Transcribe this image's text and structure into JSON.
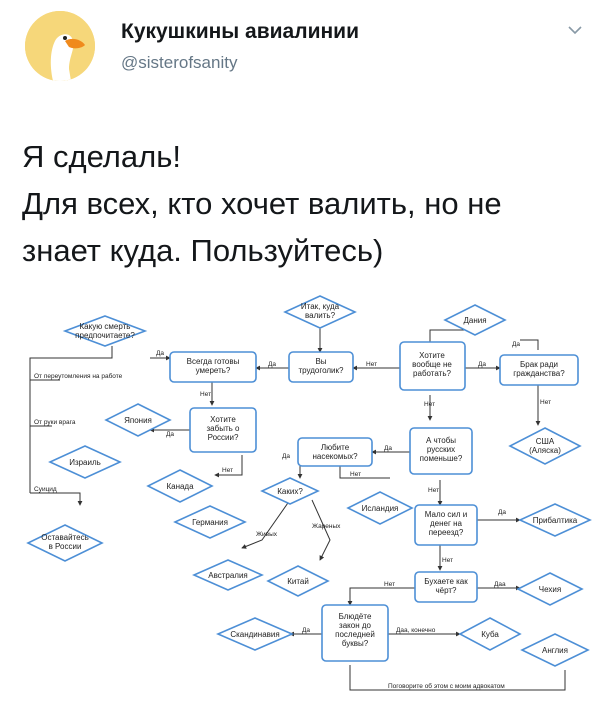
{
  "header": {
    "display_name": "Кукушкины авиалинии",
    "handle": "@sisterofsanity"
  },
  "icons": {
    "avatar": "goose-avatar",
    "menu": "chevron-down-icon"
  },
  "tweet": {
    "lines": [
      "Я сделаль!",
      "Для всех, кто хочет валить, но не",
      "знает куда. Пользуйтесь)"
    ]
  },
  "flowchart": {
    "colors": {
      "border": "#4d8fd6",
      "line": "#333333"
    },
    "nodes": {
      "itak": [
        "Итак, куда",
        "валить?"
      ],
      "kakuyu": [
        "Какую смерть",
        "предпочитаете?"
      ],
      "vsegda": [
        "Всегда готовы",
        "умереть?"
      ],
      "vy": [
        "Вы",
        "трудоголик?"
      ],
      "hotite": [
        "Хотите",
        "вообще не",
        "работать?"
      ],
      "daniya": [
        "Дания"
      ],
      "brak": [
        "Брак ради",
        "гражданства?"
      ],
      "yaponiya": [
        "Япония"
      ],
      "zabyt": [
        "Хотите",
        "забыть о",
        "России?"
      ],
      "izrail": [
        "Израиль"
      ],
      "lyubite": [
        "Любите",
        "насекомых?"
      ],
      "achtoby": [
        "А чтобы",
        "русских",
        "поменьше?"
      ],
      "ssha": [
        "США",
        "(Аляска)"
      ],
      "kanada": [
        "Канада"
      ],
      "kakih": [
        "Каких?"
      ],
      "islandiya": [
        "Исландия"
      ],
      "malo": [
        "Мало сил и",
        "денег на",
        "переезд?"
      ],
      "pribaltika": [
        "Прибалтика"
      ],
      "germaniya": [
        "Германия"
      ],
      "ostavaytes": [
        "Оставайтесь",
        "в России"
      ],
      "avstraliya": [
        "Австралия"
      ],
      "kitay": [
        "Китай"
      ],
      "buhaete": [
        "Бухаете как",
        "чёрт?"
      ],
      "chehiya": [
        "Чехия"
      ],
      "blyudete": [
        "Блюдёте",
        "закон до",
        "последней",
        "буквы?"
      ],
      "skandinaviya": [
        "Скандинавия"
      ],
      "kuba": [
        "Куба"
      ],
      "angliya": [
        "Англия"
      ]
    },
    "edges": {
      "ot_pereutomleniya": "От переутомления на работе",
      "ot_ruki": "От руки врага",
      "suitsid": "Суицид",
      "da": "Да",
      "net": "Нет",
      "zhivyh": "Живых",
      "zharenyh": "Жареных",
      "daa_konechno": "Даа, конечно",
      "daa": "Даа",
      "advokat": "Поговорите об этом с моим адвокатом"
    }
  }
}
